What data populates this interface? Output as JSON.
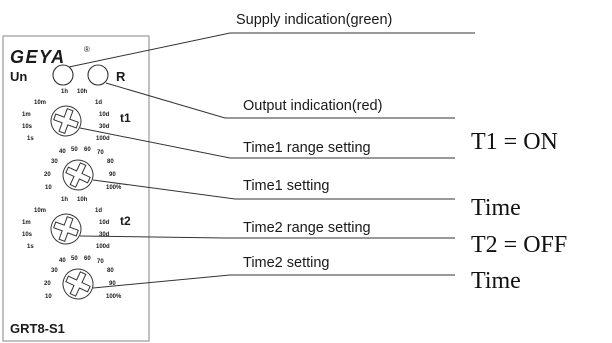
{
  "device": {
    "brand": "GEYA",
    "registered_mark": "®",
    "un_label": "Un",
    "r_label": "R",
    "model": "GRT8-S1",
    "t1_label": "t1",
    "t2_label": "t2"
  },
  "range_scale": {
    "labels": [
      "1h",
      "10h",
      "10m",
      "1d",
      "1m",
      "10d",
      "10s",
      "30d",
      "1s",
      "100d"
    ]
  },
  "setting_scale": {
    "labels": [
      "40",
      "50",
      "60",
      "70",
      "30",
      "80",
      "20",
      "90",
      "10",
      "100%"
    ]
  },
  "callouts": {
    "supply": "Supply indication(green)",
    "output": "Output indication(red)",
    "time1_range": "Time1 range setting",
    "time1_setting": "Time1 setting",
    "time2_range": "Time2 range setting",
    "time2_setting": "Time2 setting"
  },
  "notes": {
    "t1_line1": "T1 = ON",
    "t1_line2": "Time",
    "t2_line1": "T2 = OFF",
    "t2_line2": "Time"
  },
  "colors": {
    "ink": "#1a1a1a",
    "line": "#333333",
    "panel_border": "#9a9a9a"
  }
}
